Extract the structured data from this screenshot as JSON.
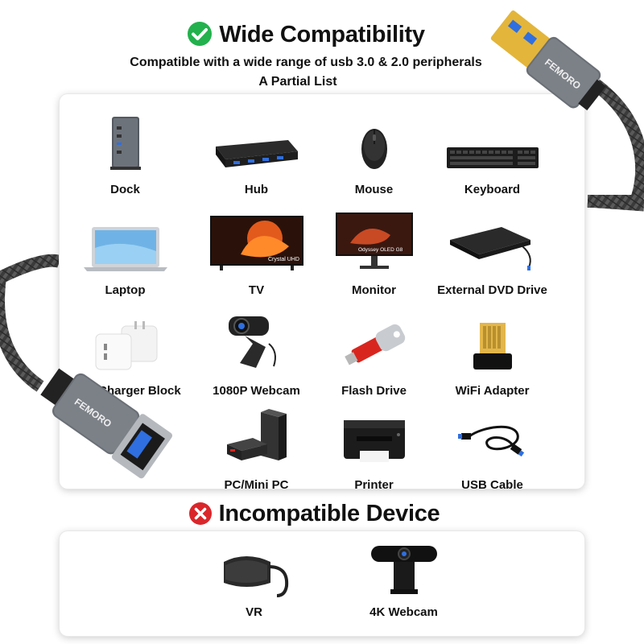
{
  "compatible": {
    "title": "Wide Compatibility",
    "subtitle": "Compatible with a wide range of usb 3.0 & 2.0 peripherals",
    "note": "A Partial List",
    "check_color": "#22b14c",
    "devices": [
      {
        "label": "Dock",
        "icon": "dock-icon"
      },
      {
        "label": "Hub",
        "icon": "hub-icon"
      },
      {
        "label": "Mouse",
        "icon": "mouse-icon"
      },
      {
        "label": "Keyboard",
        "icon": "keyboard-icon"
      },
      {
        "label": "Laptop",
        "icon": "laptop-icon"
      },
      {
        "label": "TV",
        "icon": "tv-icon",
        "screen_text": "Crystal UHD"
      },
      {
        "label": "Monitor",
        "icon": "monitor-icon",
        "screen_text": "Odyssey OLED G8"
      },
      {
        "label": "External DVD Drive",
        "icon": "dvd-drive-icon"
      },
      {
        "label": "USB Charger Block",
        "icon": "charger-icon"
      },
      {
        "label": "1080P Webcam",
        "icon": "webcam-icon"
      },
      {
        "label": "Flash Drive",
        "icon": "flash-drive-icon"
      },
      {
        "label": "WiFi Adapter",
        "icon": "wifi-adapter-icon"
      },
      {
        "label": "PC/Mini PC",
        "icon": "mini-pc-icon"
      },
      {
        "label": "Printer",
        "icon": "printer-icon"
      },
      {
        "label": "USB Cable",
        "icon": "usb-cable-icon"
      }
    ]
  },
  "incompatible": {
    "title": "Incompatible Device",
    "cross_color": "#d9262b",
    "devices": [
      {
        "label": "VR",
        "icon": "vr-headset-icon"
      },
      {
        "label": "4K Webcam",
        "icon": "4k-webcam-icon"
      }
    ]
  },
  "cable": {
    "brand": "FEMORO",
    "port_color": "#2f6fe0"
  }
}
